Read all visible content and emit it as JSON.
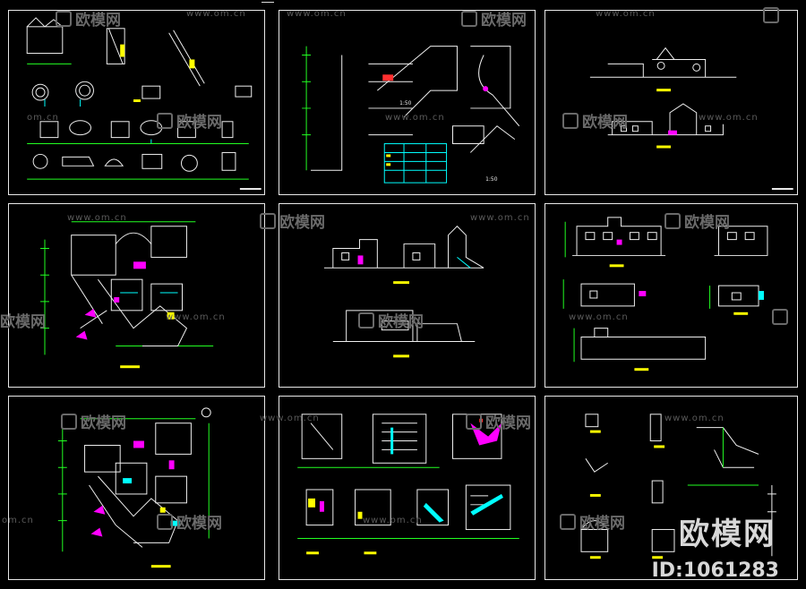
{
  "watermark": {
    "url": "www.om.cn",
    "url_short": "om.cn",
    "logo": "欧模网"
  },
  "brand": {
    "name": "欧模网",
    "id_label": "ID:1061283"
  },
  "sheets": [
    {
      "id": "s1",
      "subject": "window and door detail sheet"
    },
    {
      "id": "s2",
      "subject": "stair section and schedule table"
    },
    {
      "id": "s3",
      "subject": "elevations"
    },
    {
      "id": "s4",
      "subject": "first floor plan"
    },
    {
      "id": "s5",
      "subject": "sections"
    },
    {
      "id": "s6",
      "subject": "elevations set"
    },
    {
      "id": "s7",
      "subject": "second floor plan"
    },
    {
      "id": "s8",
      "subject": "stair details"
    },
    {
      "id": "s9",
      "subject": "misc details"
    }
  ],
  "colors": {
    "line_green": "#22ff22",
    "line_cyan": "#00ffff",
    "line_white": "#f0f0f0",
    "accent_magenta": "#ff00ff",
    "accent_yellow": "#ffff00",
    "accent_red": "#ff3030"
  }
}
